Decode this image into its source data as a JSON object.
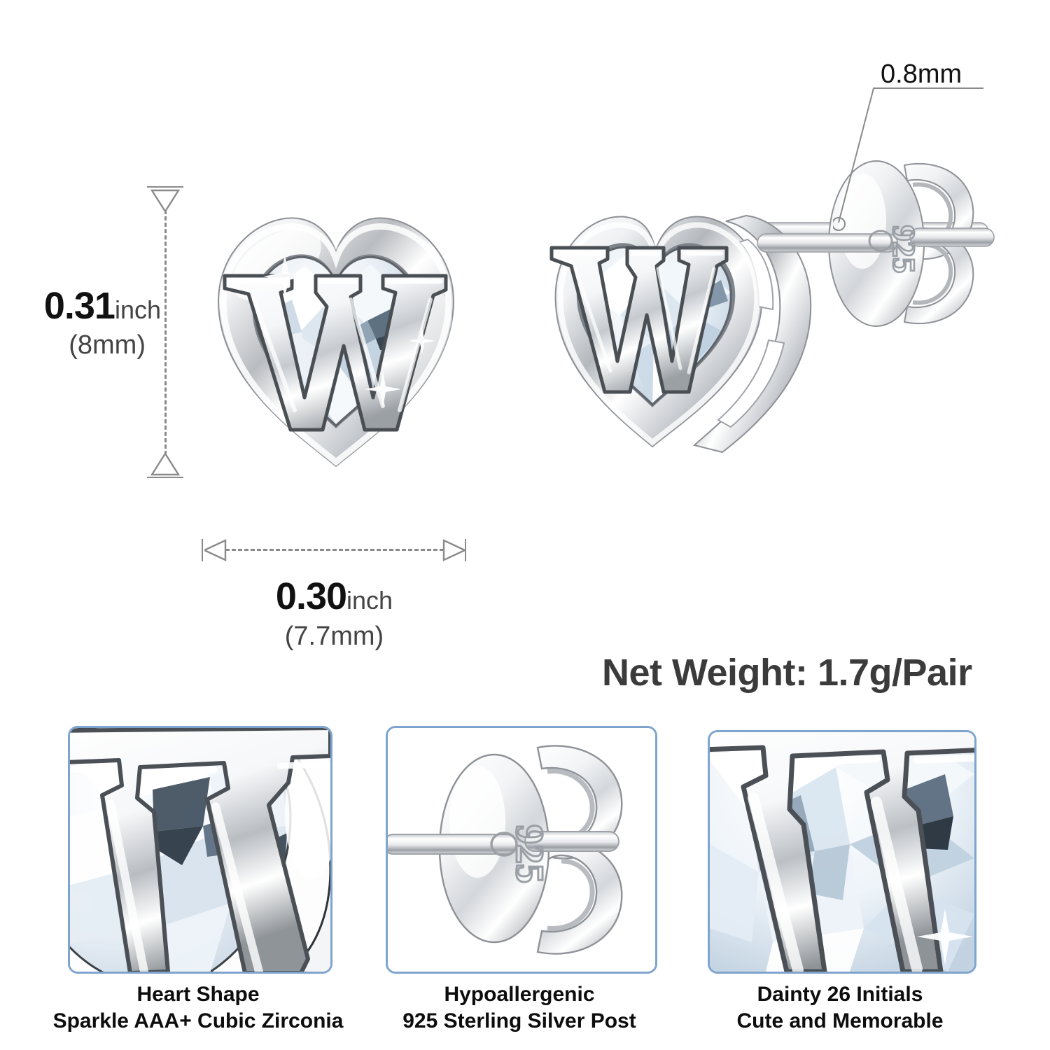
{
  "background": "#ffffff",
  "accent_border": "#7fa5ce",
  "guide_color": "#8a8a8a",
  "dimensions": {
    "height": {
      "value": "0.31",
      "unit": "inch",
      "metric": "(8mm)"
    },
    "width": {
      "value": "0.30",
      "unit": "inch",
      "metric": "(7.7mm)"
    },
    "post_thickness": "0.8mm"
  },
  "net_weight": "Net Weight:  1.7g/Pair",
  "stamp": "925",
  "initial_letter": "W",
  "features": [
    {
      "name": "heart-shape",
      "caption_line1": "Heart Shape",
      "caption_line2": "Sparkle AAA+ Cubic Zirconia"
    },
    {
      "name": "hypoallergenic-post",
      "caption_line1": "Hypoallergenic",
      "caption_line2": "925 Sterling Silver Post"
    },
    {
      "name": "dainty-initials",
      "caption_line1": "Dainty 26 Initials",
      "caption_line2": "Cute and Memorable"
    }
  ]
}
